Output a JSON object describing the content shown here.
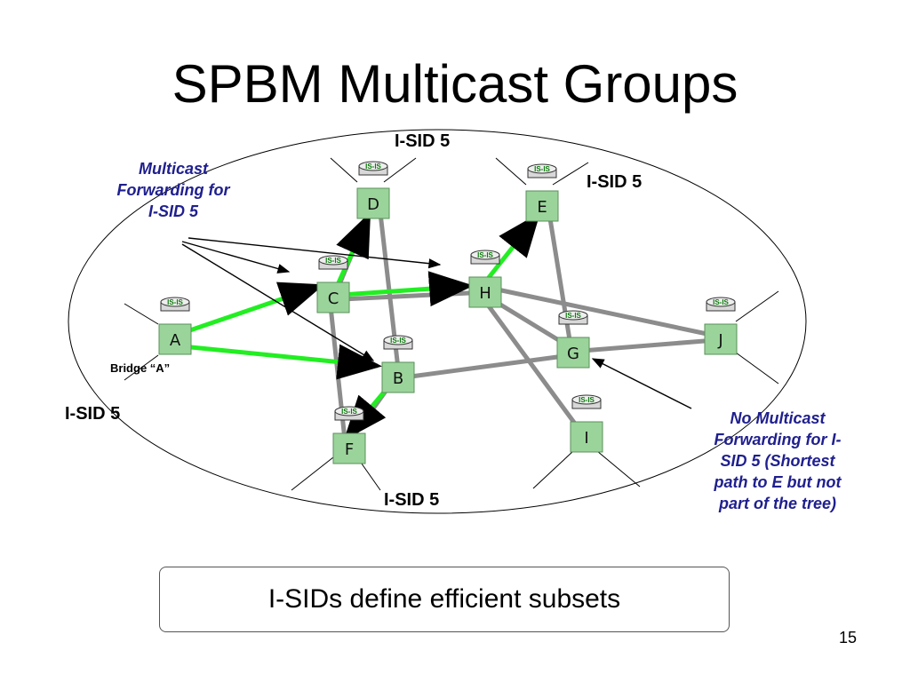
{
  "title": "SPBM Multicast Groups",
  "isis_badge": "IS-IS",
  "nodes": {
    "A": "A",
    "B": "B",
    "C": "C",
    "D": "D",
    "E": "E",
    "F": "F",
    "G": "G",
    "H": "H",
    "I": "I",
    "J": "J"
  },
  "labels": {
    "isid_top": "I-SID 5",
    "isid_right_e": "I-SID 5",
    "isid_left": "I-SID 5",
    "isid_bottom": "I-SID 5",
    "bridge_a": "Bridge “A”"
  },
  "notes": {
    "multicast_line1": "Multicast",
    "multicast_line2": "Forwarding for",
    "multicast_line3": "I-SID 5",
    "no_multicast_line1": "No Multicast",
    "no_multicast_line2": "Forwarding for I-",
    "no_multicast_line3": "SID 5 (Shortest",
    "no_multicast_line4": "path to E but not",
    "no_multicast_line5": "part of the tree)"
  },
  "callout": "I-SIDs define efficient subsets",
  "page_number": "15",
  "colors": {
    "tree_link": "#22ee22",
    "plain_link": "#8c8c8c",
    "node_fill": "#9bd49b",
    "note_text": "#1f1f8f"
  }
}
